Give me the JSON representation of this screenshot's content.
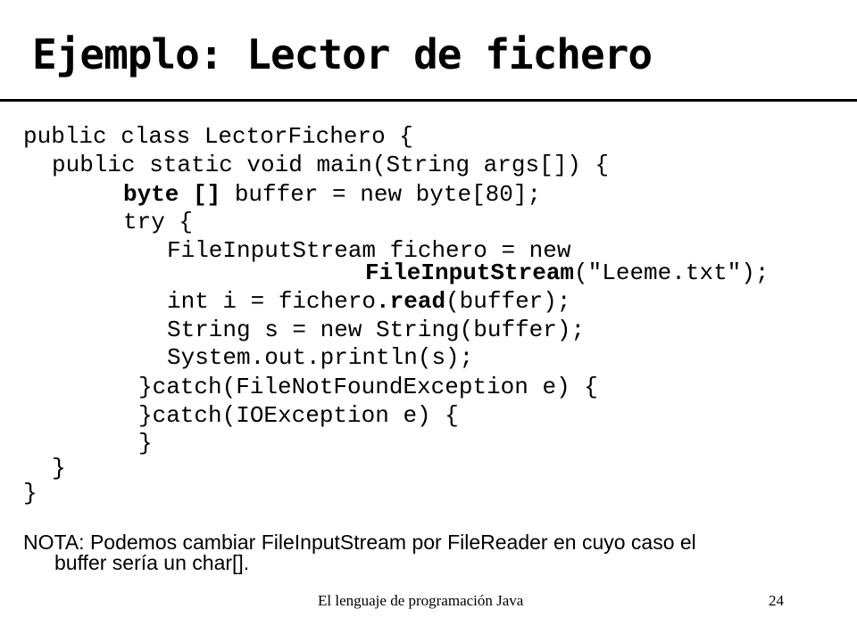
{
  "title": "Ejemplo: Lector de fichero",
  "code": {
    "l1": "public class LectorFichero {",
    "l2": "public static void main(String args[]) {",
    "l3_kw": "byte []",
    "l3_rest": " buffer = new byte[80];",
    "l4": "try {",
    "l5": "FileInputStream fichero = new",
    "l6_kw": "FileInputStream",
    "l6_rest": "(\"Leeme.txt\");",
    "l7_a": "int i = fichero",
    "l7_kw": ".read",
    "l7_b": "(buffer);",
    "l8": "String s = new String(buffer);",
    "l9": "System.out.println(s);",
    "l10": "}catch(FileNotFoundException e) {",
    "l11": "}catch(IOException e) {",
    "l12": "}",
    "l13": "}",
    "l14": "}"
  },
  "note": {
    "line1": "NOTA: Podemos cambiar FileInputStream por FileReader en cuyo caso el",
    "line2": "buffer sería un char[]."
  },
  "footer": {
    "course": "El lenguaje de programación Java",
    "page": "24"
  }
}
